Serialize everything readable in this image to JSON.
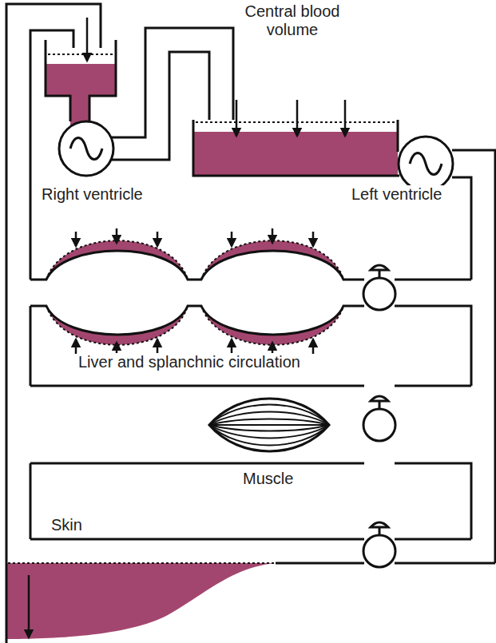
{
  "diagram": {
    "labels": [
      "Central blood volume",
      "Right ventricle",
      "Left ventricle",
      "Liver and splanchnic circulation",
      "Muscle",
      "Skin"
    ]
  }
}
